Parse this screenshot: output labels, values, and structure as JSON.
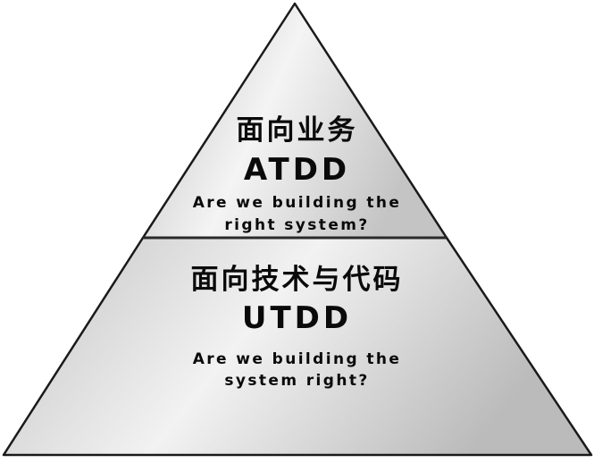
{
  "top_layer": {
    "heading": "面向业务",
    "acronym": "ATDD",
    "question_line1": "Are we building the",
    "question_line2": "right system?"
  },
  "bottom_layer": {
    "heading": "面向技术与代码",
    "acronym": "UTDD",
    "question_line1": "Are we building the",
    "question_line2": "system right?"
  },
  "colors": {
    "outline": "#1a1a1a",
    "fill_light": "#f4f4f4",
    "fill_dark": "#bdbdbd",
    "text": "#0a0a0a"
  }
}
